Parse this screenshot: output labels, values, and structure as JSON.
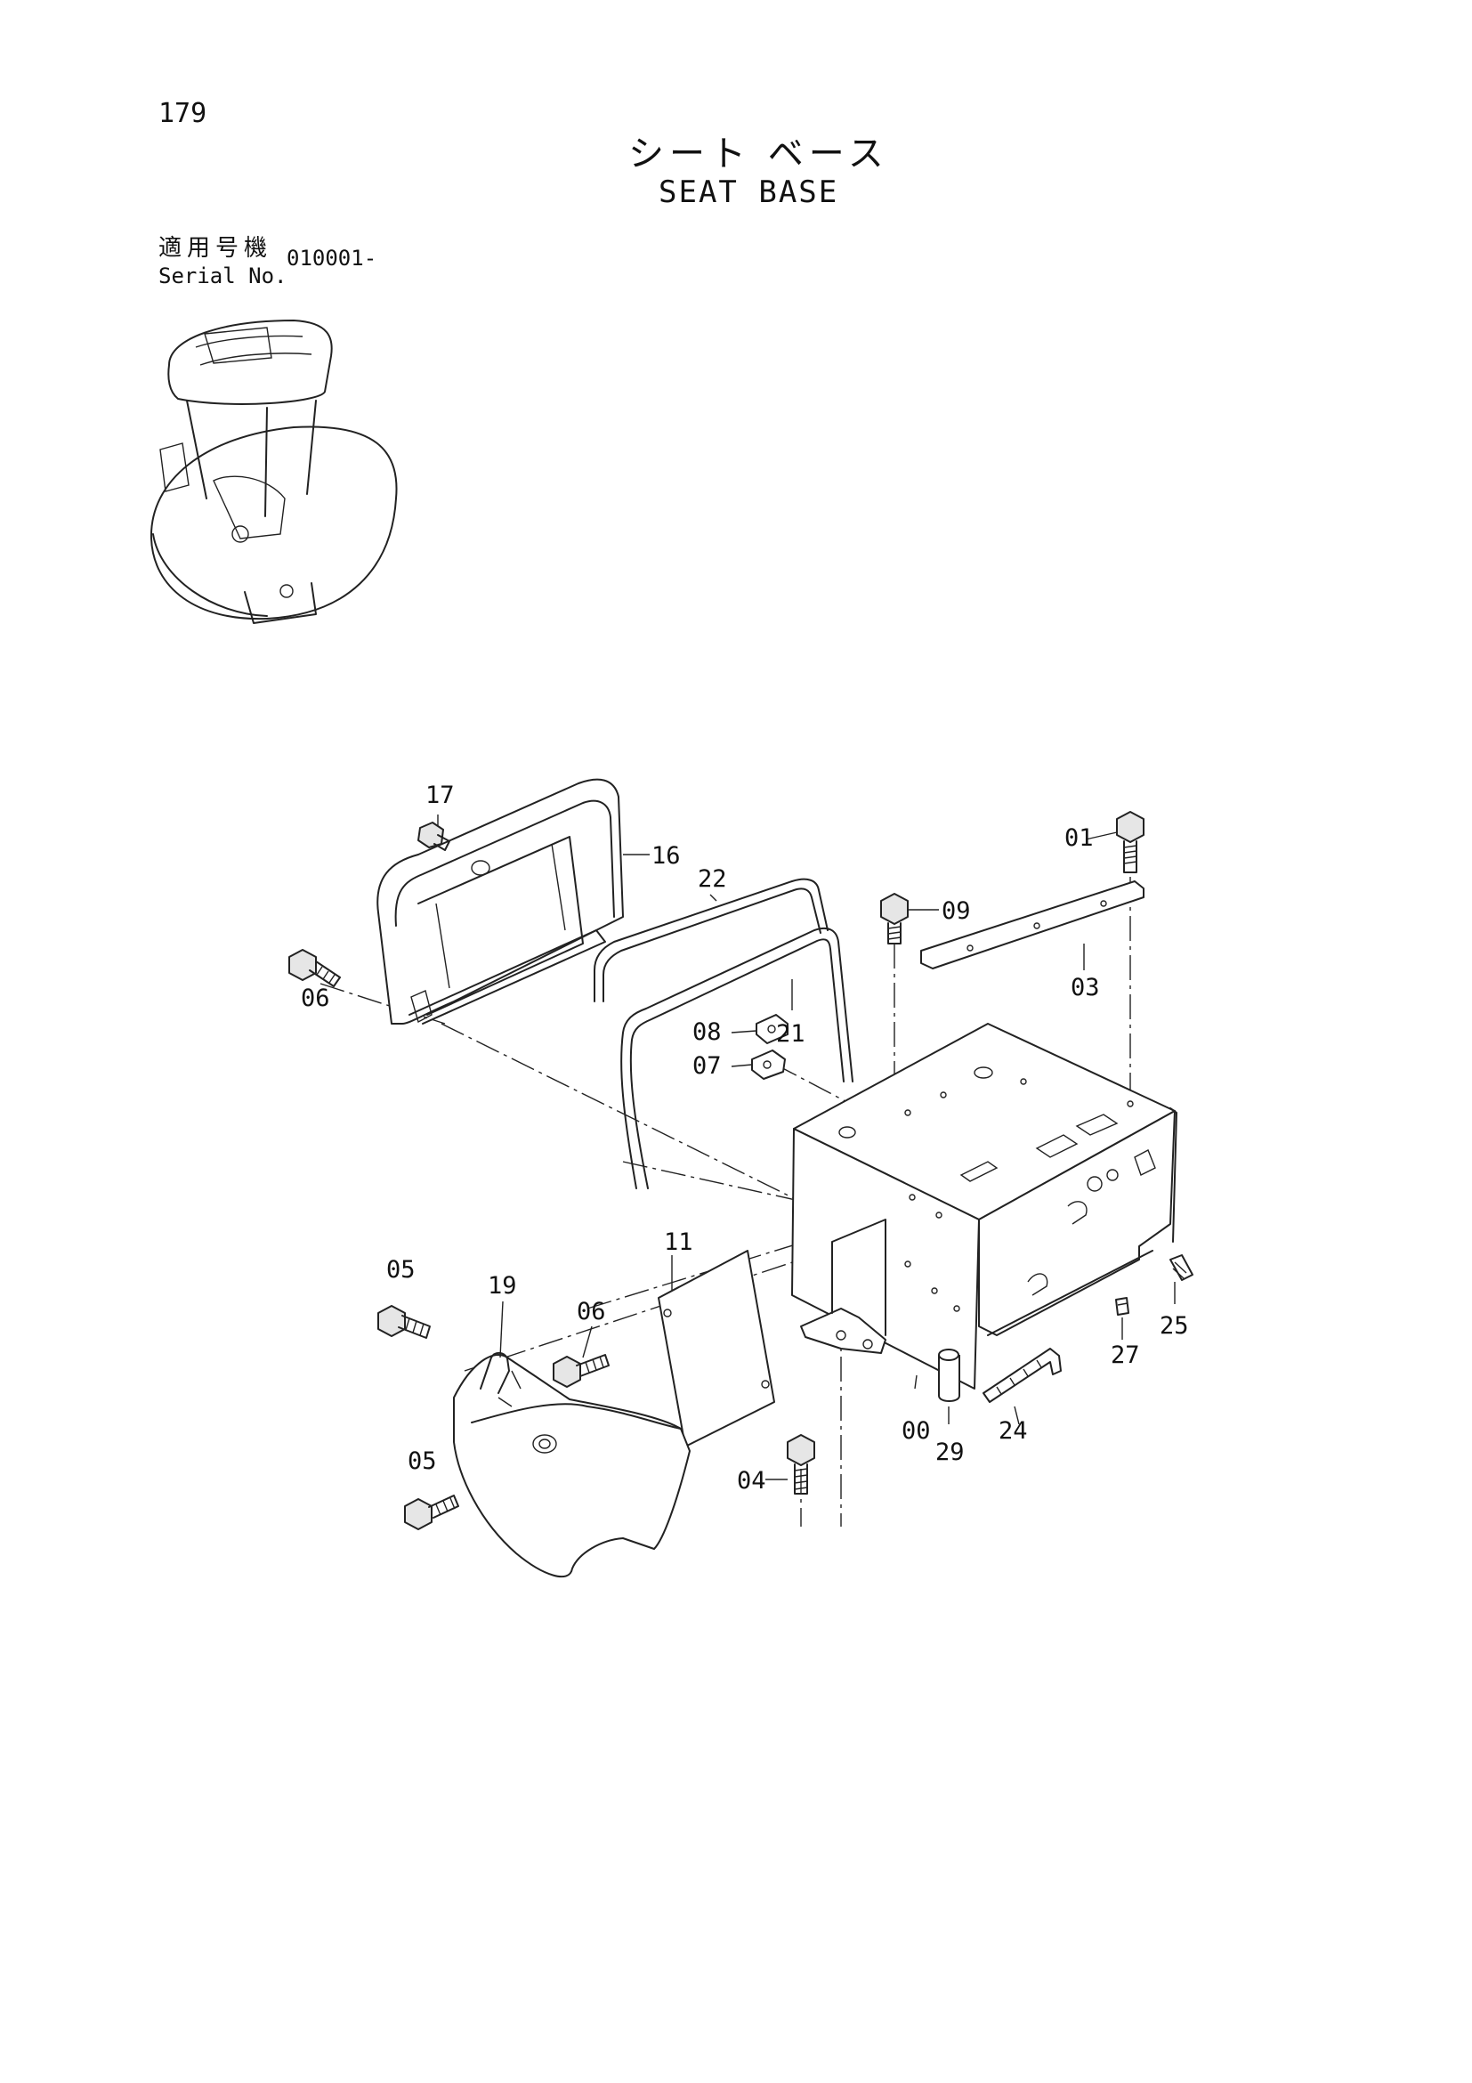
{
  "header": {
    "page_number": "179",
    "title_jp": "シート ベース",
    "title_en": "SEAT BASE",
    "serial_label_jp": "適用号機",
    "serial_label_en": "Serial No.",
    "serial_value": "010001-"
  },
  "diagram": {
    "part_labels": {
      "p00": "00",
      "p01": "01",
      "p03": "03",
      "p04": "04",
      "p05a": "05",
      "p05b": "05",
      "p06a": "06",
      "p06b": "06",
      "p07": "07",
      "p08": "08",
      "p09": "09",
      "p11": "11",
      "p16": "16",
      "p17": "17",
      "p19": "19",
      "p21": "21",
      "p22": "22",
      "p24": "24",
      "p25": "25",
      "p27": "27",
      "p29": "29"
    }
  }
}
